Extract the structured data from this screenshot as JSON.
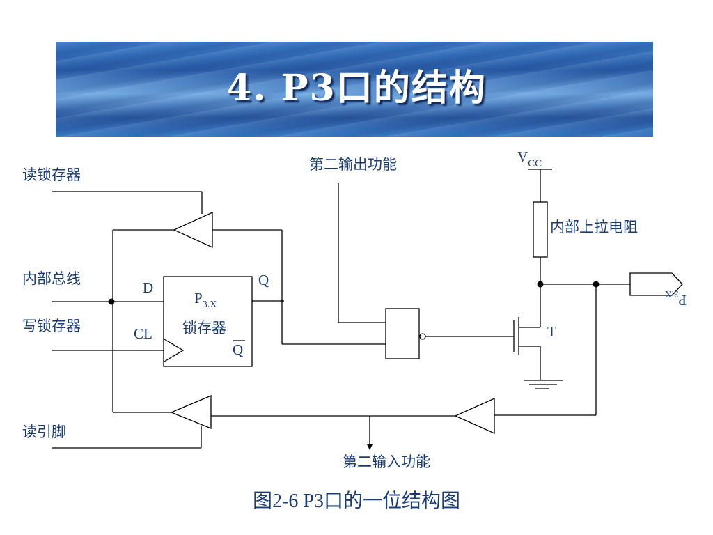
{
  "slide": {
    "title": "4. P3口的结构",
    "caption": "图2-6  P3口的一位结构图"
  },
  "diagram": {
    "signals": {
      "read_latch": "读锁存器",
      "internal_bus": "内部总线",
      "write_latch": "写锁存器",
      "read_pin": "读引脚",
      "second_output": "第二输出功能",
      "second_input": "第二输入功能",
      "pullup": "内部上拉电阻",
      "vcc_main": "V",
      "vcc_sub": "CC"
    },
    "latch": {
      "name_main": "P",
      "name_sub": "3.X",
      "label": "锁存器",
      "pin_d": "D",
      "pin_q": "Q",
      "pin_cl": "CL",
      "pin_qbar": "Q"
    },
    "fet_label": "T",
    "pin_main": "P",
    "pin_sub": "3.X"
  }
}
